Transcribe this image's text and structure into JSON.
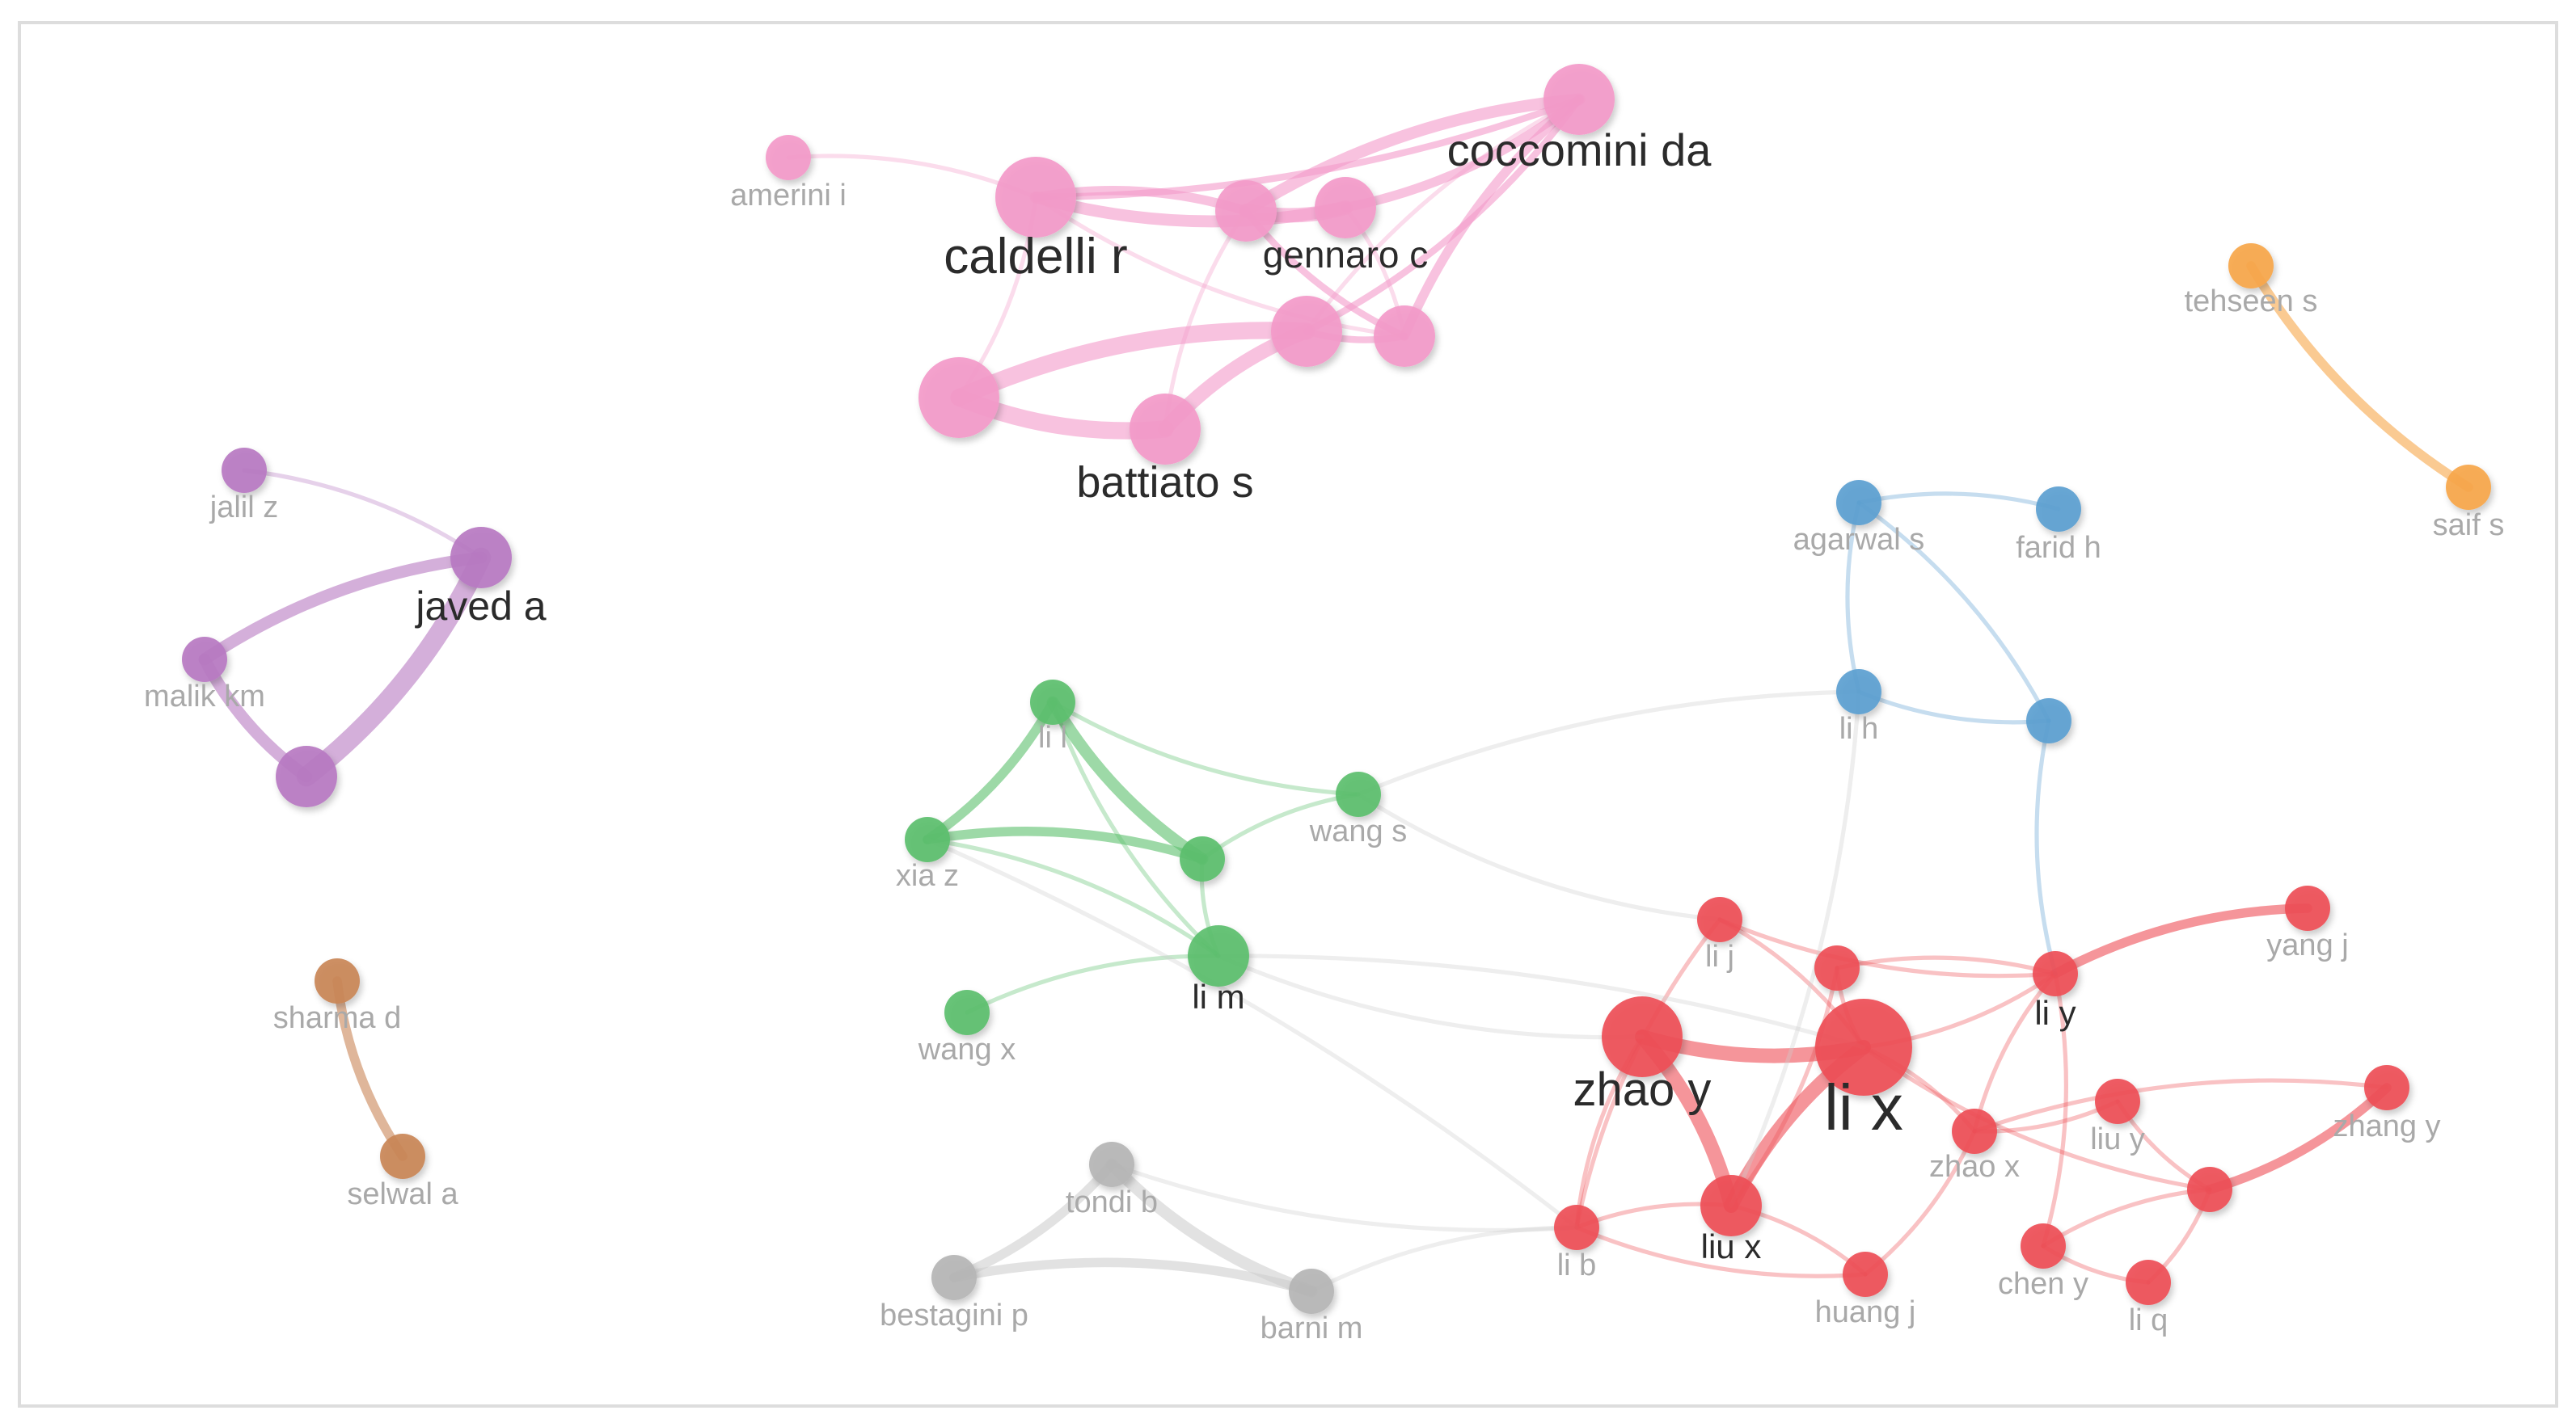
{
  "palette": {
    "pink": "#f39ac9",
    "purple": "#b77ac2",
    "blue": "#5b9fd0",
    "orange": "#f7a64a",
    "green": "#5cbf6c",
    "red": "#ee4f56",
    "brown": "#c98557",
    "gray": "#b5b5b5",
    "label_major": "#2b2b2b",
    "label_minor": "#a9a9a9",
    "frame": "#dddddd"
  },
  "network": {
    "nodes": [
      {
        "id": "coccomini-da",
        "label": "coccomini da",
        "cluster": "pink",
        "weight": 3
      },
      {
        "id": "amerini-i",
        "label": "amerini i",
        "cluster": "pink",
        "weight": 1
      },
      {
        "id": "caldelli-r",
        "label": "caldelli r",
        "cluster": "pink",
        "weight": 4
      },
      {
        "id": "gennaro-c",
        "label": "gennaro c",
        "cluster": "pink",
        "weight": 2
      },
      {
        "id": "pink-node-a",
        "label": "",
        "cluster": "pink",
        "weight": 2
      },
      {
        "id": "pink-node-b",
        "label": "",
        "cluster": "pink",
        "weight": 3
      },
      {
        "id": "pink-node-c",
        "label": "",
        "cluster": "pink",
        "weight": 2
      },
      {
        "id": "pink-node-d",
        "label": "",
        "cluster": "pink",
        "weight": 4
      },
      {
        "id": "battiato-s",
        "label": "battiato s",
        "cluster": "pink",
        "weight": 3
      },
      {
        "id": "tehseen-s",
        "label": "tehseen s",
        "cluster": "orange",
        "weight": 1
      },
      {
        "id": "saif-s",
        "label": "saif s",
        "cluster": "orange",
        "weight": 1
      },
      {
        "id": "jalil-z",
        "label": "jalil z",
        "cluster": "purple",
        "weight": 1
      },
      {
        "id": "javed-a",
        "label": "javed a",
        "cluster": "purple",
        "weight": 2
      },
      {
        "id": "malik-km",
        "label": "malik km",
        "cluster": "purple",
        "weight": 1
      },
      {
        "id": "purple-node-a",
        "label": "",
        "cluster": "purple",
        "weight": 2
      },
      {
        "id": "agarwal-s",
        "label": "agarwal s",
        "cluster": "blue",
        "weight": 1
      },
      {
        "id": "farid-h",
        "label": "farid h",
        "cluster": "blue",
        "weight": 1
      },
      {
        "id": "li-h",
        "label": "li h",
        "cluster": "blue",
        "weight": 1
      },
      {
        "id": "blue-node-a",
        "label": "",
        "cluster": "blue",
        "weight": 1
      },
      {
        "id": "li-l",
        "label": "li l",
        "cluster": "green",
        "weight": 1
      },
      {
        "id": "xia-z",
        "label": "xia z",
        "cluster": "green",
        "weight": 1
      },
      {
        "id": "green-node-a",
        "label": "",
        "cluster": "green",
        "weight": 1
      },
      {
        "id": "wang-s",
        "label": "wang s",
        "cluster": "green",
        "weight": 1
      },
      {
        "id": "li-m",
        "label": "li m",
        "cluster": "green",
        "weight": 2
      },
      {
        "id": "wang-x",
        "label": "wang x",
        "cluster": "green",
        "weight": 1
      },
      {
        "id": "sharma-d",
        "label": "sharma d",
        "cluster": "brown",
        "weight": 1
      },
      {
        "id": "selwal-a",
        "label": "selwal a",
        "cluster": "brown",
        "weight": 1
      },
      {
        "id": "tondi-b",
        "label": "tondi b",
        "cluster": "gray",
        "weight": 1
      },
      {
        "id": "bestagini-p",
        "label": "bestagini p",
        "cluster": "gray",
        "weight": 1
      },
      {
        "id": "barni-m",
        "label": "barni m",
        "cluster": "gray",
        "weight": 1
      },
      {
        "id": "li-j",
        "label": "li j",
        "cluster": "red",
        "weight": 1
      },
      {
        "id": "red-node-a",
        "label": "",
        "cluster": "red",
        "weight": 1
      },
      {
        "id": "li-y",
        "label": "li y",
        "cluster": "red",
        "weight": 1
      },
      {
        "id": "yang-j",
        "label": "yang j",
        "cluster": "red",
        "weight": 1
      },
      {
        "id": "zhao-y",
        "label": "zhao y",
        "cluster": "red",
        "weight": 4
      },
      {
        "id": "li-x",
        "label": "li x",
        "cluster": "red",
        "weight": 5
      },
      {
        "id": "liu-y",
        "label": "liu y",
        "cluster": "red",
        "weight": 1
      },
      {
        "id": "zhang-y",
        "label": "zhang y",
        "cluster": "red",
        "weight": 1
      },
      {
        "id": "zhao-x",
        "label": "zhao x",
        "cluster": "red",
        "weight": 1
      },
      {
        "id": "red-node-b",
        "label": "",
        "cluster": "red",
        "weight": 1
      },
      {
        "id": "li-b",
        "label": "li b",
        "cluster": "red",
        "weight": 1
      },
      {
        "id": "liu-x",
        "label": "liu x",
        "cluster": "red",
        "weight": 2
      },
      {
        "id": "huang-j",
        "label": "huang j",
        "cluster": "red",
        "weight": 1
      },
      {
        "id": "chen-y",
        "label": "chen y",
        "cluster": "red",
        "weight": 1
      },
      {
        "id": "li-q",
        "label": "li q",
        "cluster": "red",
        "weight": 1
      }
    ],
    "edges": [
      {
        "from": "amerini-i",
        "to": "caldelli-r",
        "strength": 1,
        "cluster": "pink"
      },
      {
        "from": "caldelli-r",
        "to": "coccomini-da",
        "strength": 2,
        "cluster": "pink"
      },
      {
        "from": "caldelli-r",
        "to": "gennaro-c",
        "strength": 3,
        "cluster": "pink"
      },
      {
        "from": "caldelli-r",
        "to": "pink-node-a",
        "strength": 4,
        "cluster": "pink"
      },
      {
        "from": "pink-node-a",
        "to": "gennaro-c",
        "strength": 5,
        "cluster": "pink"
      },
      {
        "from": "pink-node-a",
        "to": "coccomini-da",
        "strength": 3,
        "cluster": "pink"
      },
      {
        "from": "gennaro-c",
        "to": "coccomini-da",
        "strength": 4,
        "cluster": "pink"
      },
      {
        "from": "coccomini-da",
        "to": "pink-node-c",
        "strength": 3,
        "cluster": "pink"
      },
      {
        "from": "coccomini-da",
        "to": "pink-node-b",
        "strength": 2,
        "cluster": "pink"
      },
      {
        "from": "gennaro-c",
        "to": "pink-node-c",
        "strength": 2,
        "cluster": "pink"
      },
      {
        "from": "pink-node-a",
        "to": "pink-node-c",
        "strength": 1,
        "cluster": "pink"
      },
      {
        "from": "pink-node-b",
        "to": "pink-node-c",
        "strength": 2,
        "cluster": "pink"
      },
      {
        "from": "pink-node-d",
        "to": "pink-node-b",
        "strength": 6,
        "cluster": "pink"
      },
      {
        "from": "pink-node-d",
        "to": "battiato-s",
        "strength": 6,
        "cluster": "pink"
      },
      {
        "from": "battiato-s",
        "to": "pink-node-b",
        "strength": 5,
        "cluster": "pink"
      },
      {
        "from": "pink-node-d",
        "to": "caldelli-r",
        "strength": 1,
        "cluster": "pink"
      },
      {
        "from": "battiato-s",
        "to": "gennaro-c",
        "strength": 1,
        "cluster": "pink"
      },
      {
        "from": "caldelli-r",
        "to": "pink-node-c",
        "strength": 1,
        "cluster": "pink"
      },
      {
        "from": "pink-node-b",
        "to": "coccomini-da",
        "strength": 1,
        "cluster": "pink"
      },
      {
        "from": "tehseen-s",
        "to": "saif-s",
        "strength": 3,
        "cluster": "orange"
      },
      {
        "from": "jalil-z",
        "to": "javed-a",
        "strength": 1,
        "cluster": "purple"
      },
      {
        "from": "javed-a",
        "to": "malik-km",
        "strength": 4,
        "cluster": "purple"
      },
      {
        "from": "javed-a",
        "to": "purple-node-a",
        "strength": 7,
        "cluster": "purple"
      },
      {
        "from": "malik-km",
        "to": "purple-node-a",
        "strength": 4,
        "cluster": "purple"
      },
      {
        "from": "agarwal-s",
        "to": "farid-h",
        "strength": 1,
        "cluster": "blue"
      },
      {
        "from": "agarwal-s",
        "to": "li-h",
        "strength": 1,
        "cluster": "blue"
      },
      {
        "from": "agarwal-s",
        "to": "blue-node-a",
        "strength": 1,
        "cluster": "blue"
      },
      {
        "from": "li-h",
        "to": "blue-node-a",
        "strength": 1,
        "cluster": "blue"
      },
      {
        "from": "li-l",
        "to": "xia-z",
        "strength": 3,
        "cluster": "green"
      },
      {
        "from": "li-l",
        "to": "green-node-a",
        "strength": 4,
        "cluster": "green"
      },
      {
        "from": "xia-z",
        "to": "green-node-a",
        "strength": 3,
        "cluster": "green"
      },
      {
        "from": "li-l",
        "to": "wang-s",
        "strength": 1,
        "cluster": "green"
      },
      {
        "from": "green-node-a",
        "to": "wang-s",
        "strength": 1,
        "cluster": "green"
      },
      {
        "from": "green-node-a",
        "to": "li-m",
        "strength": 1,
        "cluster": "green"
      },
      {
        "from": "xia-z",
        "to": "li-m",
        "strength": 1,
        "cluster": "green"
      },
      {
        "from": "li-l",
        "to": "li-m",
        "strength": 1,
        "cluster": "green"
      },
      {
        "from": "wang-x",
        "to": "li-m",
        "strength": 1,
        "cluster": "green"
      },
      {
        "from": "sharma-d",
        "to": "selwal-a",
        "strength": 3,
        "cluster": "brown"
      },
      {
        "from": "tondi-b",
        "to": "bestagini-p",
        "strength": 3,
        "cluster": "gray"
      },
      {
        "from": "tondi-b",
        "to": "barni-m",
        "strength": 4,
        "cluster": "gray"
      },
      {
        "from": "bestagini-p",
        "to": "barni-m",
        "strength": 3,
        "cluster": "gray"
      },
      {
        "from": "zhao-y",
        "to": "li-x",
        "strength": 5,
        "cluster": "red"
      },
      {
        "from": "zhao-y",
        "to": "liu-x",
        "strength": 5,
        "cluster": "red"
      },
      {
        "from": "li-x",
        "to": "liu-x",
        "strength": 5,
        "cluster": "red"
      },
      {
        "from": "li-y",
        "to": "yang-j",
        "strength": 3,
        "cluster": "red"
      },
      {
        "from": "li-j",
        "to": "li-y",
        "strength": 1,
        "cluster": "red"
      },
      {
        "from": "red-node-a",
        "to": "li-y",
        "strength": 1,
        "cluster": "red"
      },
      {
        "from": "li-x",
        "to": "li-y",
        "strength": 1,
        "cluster": "red"
      },
      {
        "from": "li-j",
        "to": "li-x",
        "strength": 1,
        "cluster": "red"
      },
      {
        "from": "red-node-a",
        "to": "li-x",
        "strength": 1,
        "cluster": "red"
      },
      {
        "from": "red-node-a",
        "to": "liu-x",
        "strength": 1,
        "cluster": "red"
      },
      {
        "from": "li-y",
        "to": "zhao-x",
        "strength": 1,
        "cluster": "red"
      },
      {
        "from": "li-y",
        "to": "chen-y",
        "strength": 1,
        "cluster": "red"
      },
      {
        "from": "zhao-x",
        "to": "liu-y",
        "strength": 1,
        "cluster": "red"
      },
      {
        "from": "zhao-x",
        "to": "zhang-y",
        "strength": 1,
        "cluster": "red"
      },
      {
        "from": "liu-y",
        "to": "red-node-b",
        "strength": 1,
        "cluster": "red"
      },
      {
        "from": "zhang-y",
        "to": "red-node-b",
        "strength": 3,
        "cluster": "red"
      },
      {
        "from": "red-node-b",
        "to": "chen-y",
        "strength": 1,
        "cluster": "red"
      },
      {
        "from": "red-node-b",
        "to": "li-q",
        "strength": 1,
        "cluster": "red"
      },
      {
        "from": "chen-y",
        "to": "li-q",
        "strength": 1,
        "cluster": "red"
      },
      {
        "from": "li-x",
        "to": "zhao-x",
        "strength": 1,
        "cluster": "red"
      },
      {
        "from": "li-x",
        "to": "red-node-b",
        "strength": 1,
        "cluster": "red"
      },
      {
        "from": "zhao-x",
        "to": "huang-j",
        "strength": 1,
        "cluster": "red"
      },
      {
        "from": "liu-x",
        "to": "li-b",
        "strength": 1,
        "cluster": "red"
      },
      {
        "from": "liu-x",
        "to": "huang-j",
        "strength": 1,
        "cluster": "red"
      },
      {
        "from": "li-b",
        "to": "huang-j",
        "strength": 1,
        "cluster": "red"
      },
      {
        "from": "li-b",
        "to": "zhao-y",
        "strength": 1,
        "cluster": "red"
      },
      {
        "from": "li-j",
        "to": "li-b",
        "strength": 1,
        "cluster": "red"
      },
      {
        "from": "li-m",
        "to": "li-x",
        "strength": 1,
        "cluster": "gray"
      },
      {
        "from": "li-m",
        "to": "zhao-y",
        "strength": 1,
        "cluster": "gray"
      },
      {
        "from": "wang-s",
        "to": "li-h",
        "strength": 1,
        "cluster": "gray"
      },
      {
        "from": "wang-s",
        "to": "li-j",
        "strength": 1,
        "cluster": "gray"
      },
      {
        "from": "li-h",
        "to": "liu-x",
        "strength": 1,
        "cluster": "gray"
      },
      {
        "from": "blue-node-a",
        "to": "li-y",
        "strength": 1,
        "cluster": "blue"
      },
      {
        "from": "xia-z",
        "to": "li-b",
        "strength": 1,
        "cluster": "gray"
      },
      {
        "from": "tondi-b",
        "to": "li-b",
        "strength": 1,
        "cluster": "gray"
      },
      {
        "from": "barni-m",
        "to": "li-b",
        "strength": 1,
        "cluster": "gray"
      }
    ]
  }
}
